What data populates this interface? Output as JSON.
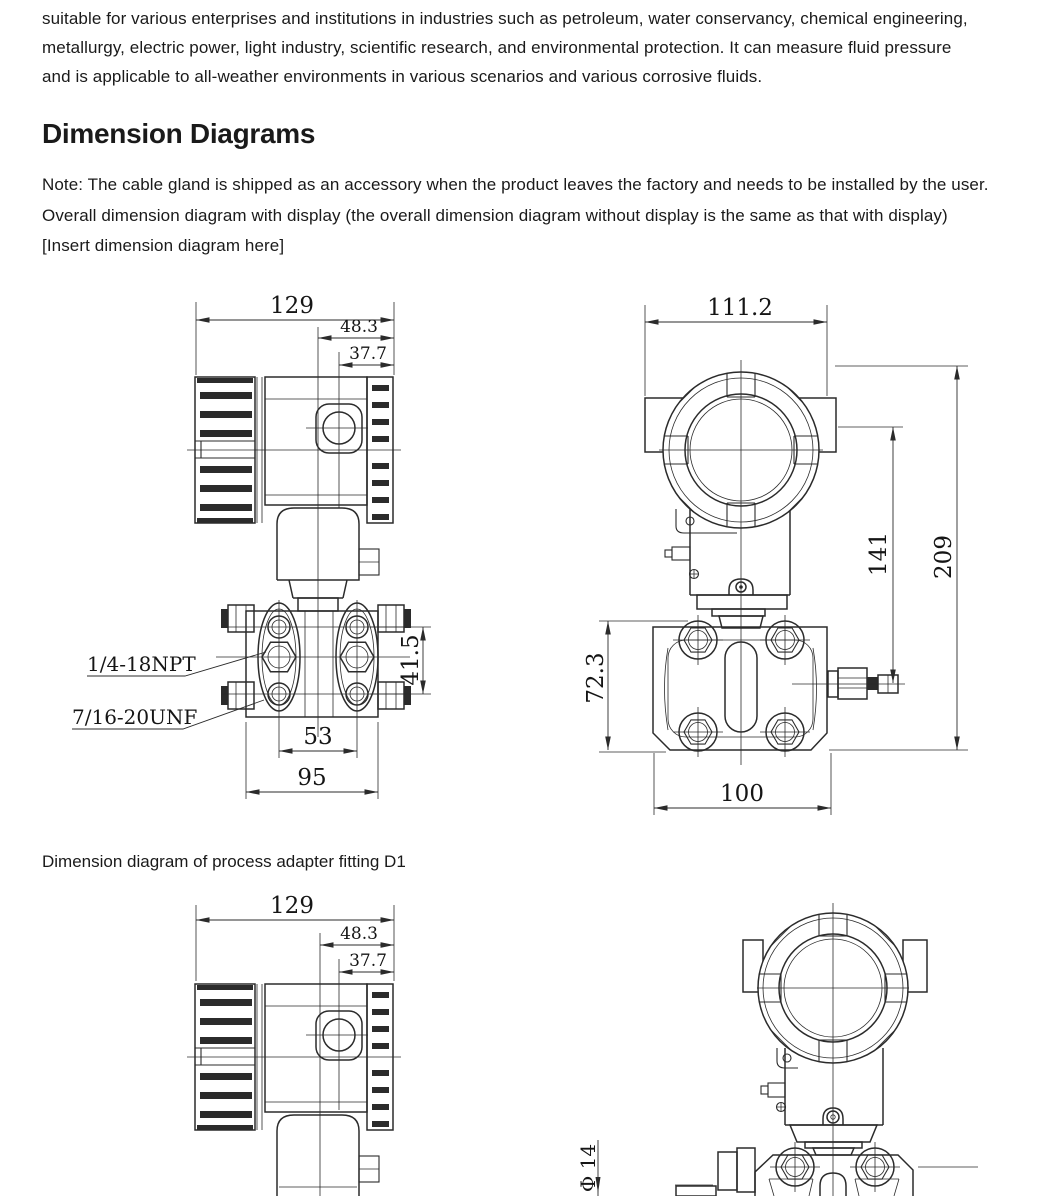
{
  "document": {
    "intro_lines": [
      "suitable for various enterprises and institutions in industries such as petroleum, water conservancy, chemical engineering,",
      "metallurgy, electric power, light industry, scientific research, and environmental protection. It can measure fluid pressure",
      "and is applicable to all-weather environments in various scenarios and various corrosive fluids."
    ],
    "section_heading": "Dimension Diagrams",
    "note_lines": [
      "Note: The cable gland is shipped as an accessory when the product leaves the factory and needs to be installed by the user.",
      "Overall dimension diagram with display (the overall dimension diagram without display is the same as that with display)",
      "[Insert dimension diagram here]"
    ],
    "adapter_caption": "Dimension diagram of process adapter fitting D1"
  },
  "figure_overall_front": {
    "dim_overall_width": "129",
    "dim_conduit_offset": "48.3",
    "dim_display_offset": "37.7",
    "dim_bolt_span_vertical": "41.5",
    "dim_bolt_span_horizontal": "53",
    "dim_flange_width": "95",
    "label_process_thread": "1/4-18NPT",
    "label_mounting_thread": "7/16-20UNF"
  },
  "figure_overall_side": {
    "dim_housing_width": "111.2",
    "dim_height_to_valve": "141",
    "dim_overall_height": "209",
    "dim_flange_height": "72.3",
    "dim_flange_width": "100"
  },
  "figure_adapter_front": {
    "dim_overall_width": "129",
    "dim_conduit_offset": "48.3",
    "dim_display_offset": "37.7"
  },
  "figure_adapter_side": {
    "label_adapter_diameter": "Φ 14"
  },
  "colors": {
    "ink": "#1a1a1a",
    "line": "#2b2b2b",
    "background": "#ffffff"
  }
}
